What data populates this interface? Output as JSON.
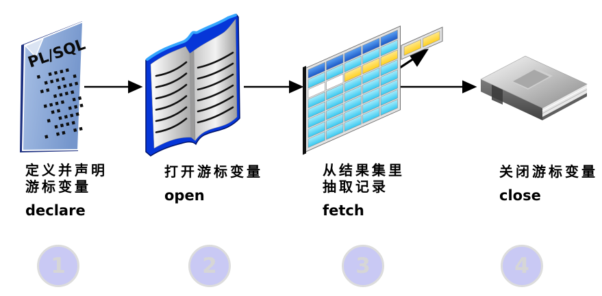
{
  "steps": [
    {
      "zh_line1": "定义并声明",
      "zh_line2": "游标变量",
      "keyword": "declare",
      "badge": "1",
      "icon": "plsql-document"
    },
    {
      "zh_line1": "打开游标变量",
      "zh_line2": "",
      "keyword": "open",
      "badge": "2",
      "icon": "open-book"
    },
    {
      "zh_line1": "从结果集里",
      "zh_line2": "抽取记录",
      "keyword": "fetch",
      "badge": "3",
      "icon": "result-table"
    },
    {
      "zh_line1": "关闭游标变量",
      "zh_line2": "",
      "keyword": "close",
      "badge": "4",
      "icon": "closed-book"
    }
  ],
  "icons": {
    "document_label": "PL/SQL",
    "document_dot_rows": [
      "01011110",
      "00111101",
      "01101111",
      "00011110",
      "01111011",
      "00110111",
      "01011110",
      "00111100",
      "10110110"
    ],
    "table": {
      "columns": 5,
      "rows": [
        [
          "h",
          "h",
          "h",
          "h",
          "h"
        ],
        [
          "c",
          "c",
          "c",
          "c",
          "c"
        ],
        [
          "w",
          "w",
          "y",
          "y",
          "y"
        ],
        [
          "c",
          "c",
          "c",
          "c",
          "c"
        ],
        [
          "c",
          "c",
          "c",
          "c",
          "c"
        ],
        [
          "c",
          "c",
          "c",
          "c",
          "c"
        ],
        [
          "c",
          "c",
          "c",
          "c",
          "c"
        ],
        [
          "c",
          "c",
          "c",
          "c",
          "c"
        ]
      ],
      "extracted_cells": 2
    }
  },
  "colors": {
    "background": "#ffffff",
    "document_blue": "#8aa8d8",
    "document_edge_navy": "#1b2f80",
    "book_blue": "#0636d8",
    "book_blue_highlight": "#35a7fe",
    "table_header_blue": "#2e6fd6",
    "table_cell_cyan": "#3ec9ef",
    "table_fetch_yellow": "#ffd021",
    "table_frame_silver": "#e3e3e3",
    "closed_book_gray": "#b7b7b7",
    "arrow_black": "#000000",
    "badge_fill": "#c9c9f4",
    "badge_border": "#dcdcdc",
    "badge_digit": "#d6d6d6",
    "text_black": "#000000"
  }
}
